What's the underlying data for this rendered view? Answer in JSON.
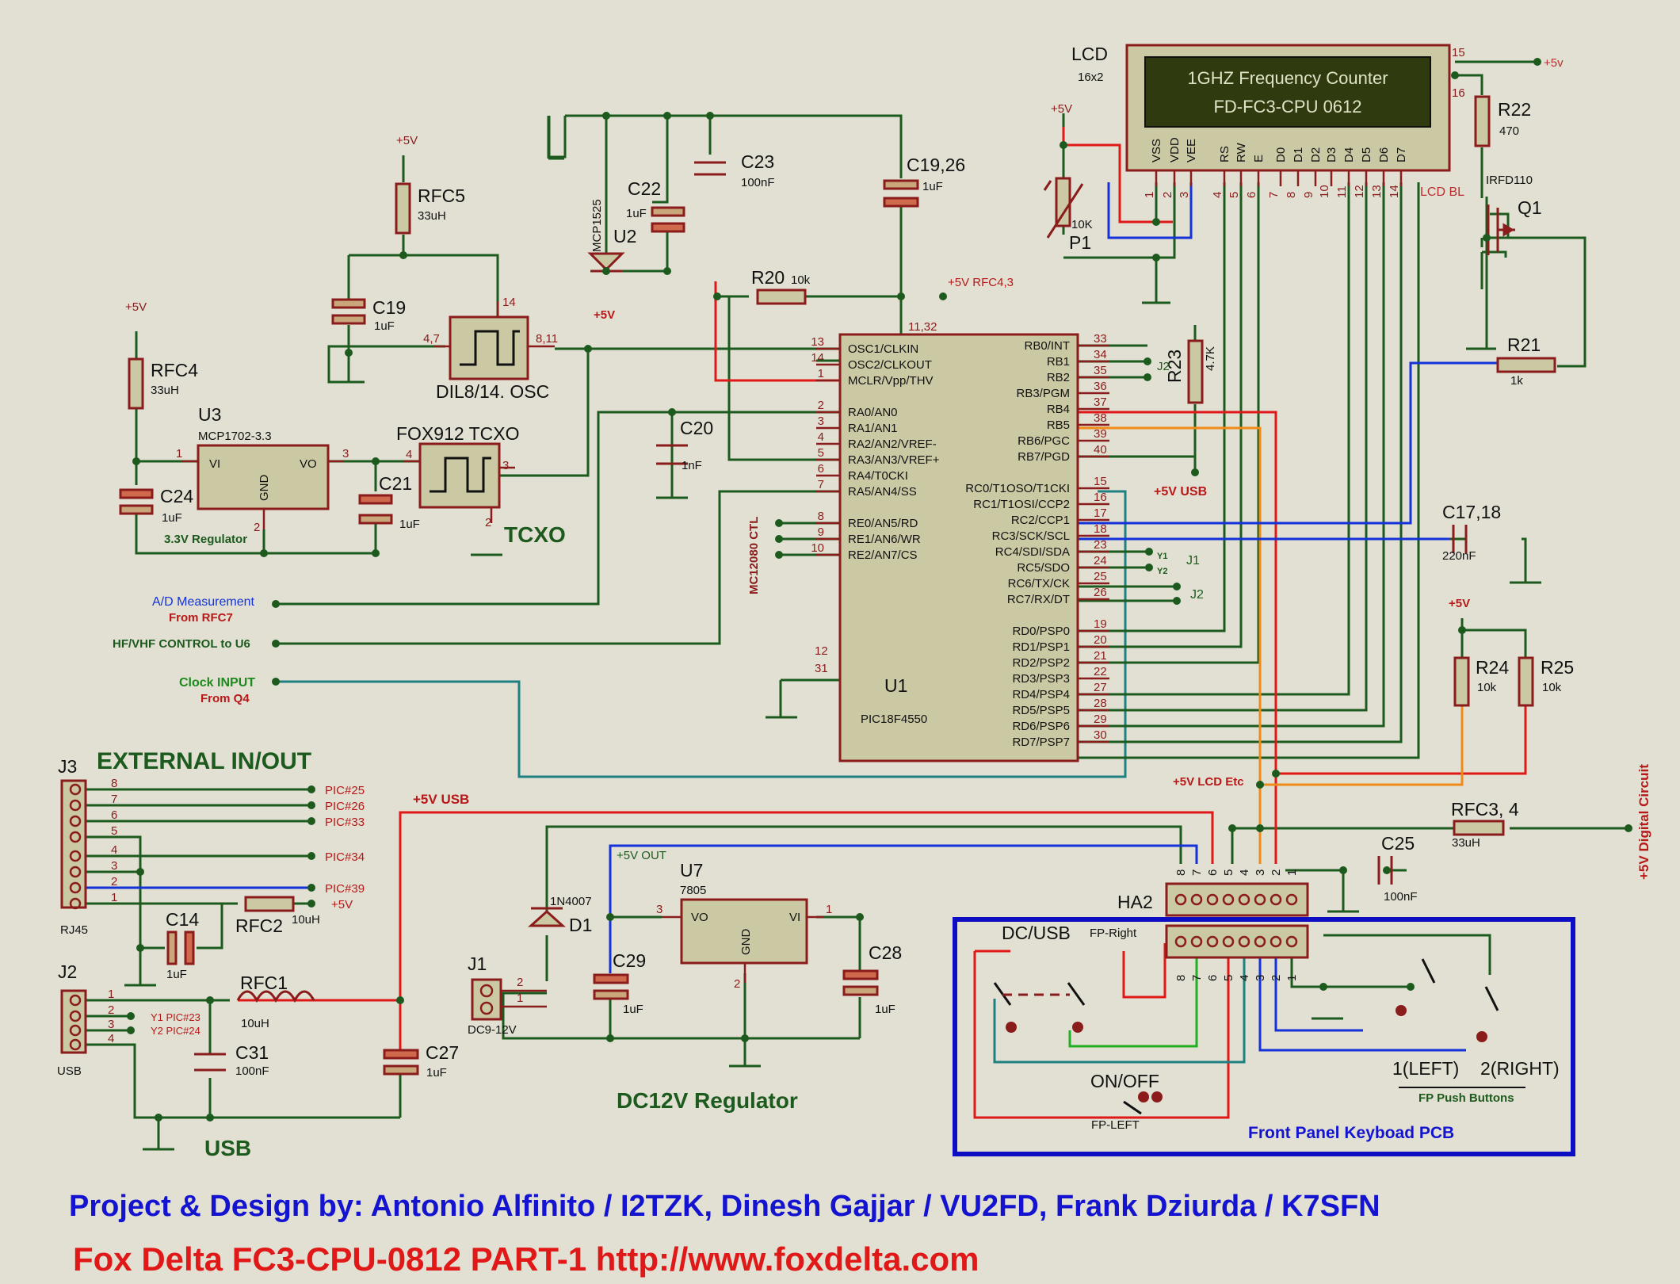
{
  "title": {
    "credits": "Project & Design by:   Antonio Alfinito / I2TZK, Dinesh Gajjar / VU2FD, Frank Dziurda / K7SFN",
    "project": "Fox Delta FC3-CPU-0812    PART-1   http://www.foxdelta.com"
  },
  "colors": {
    "wire": "#1d5a1d",
    "component": "#8a1c1c",
    "power_wire": "#e01818",
    "data_wire": "#1432d8",
    "credit_text": "#1414d0",
    "project_text": "#e01818",
    "frame": "#0d0dc4"
  },
  "lcd": {
    "label": "LCD",
    "size": "16x2",
    "line1": "1GHZ Frequency Counter",
    "line2": "FD-FC3-CPU 0612",
    "pins": [
      "VSS",
      "VDD",
      "VEE",
      "RS",
      "RW",
      "E",
      "D0",
      "D1",
      "D2",
      "D3",
      "D4",
      "D5",
      "D6",
      "D7"
    ],
    "pin_numbers": [
      "1",
      "2",
      "3",
      "4",
      "5",
      "6",
      "7",
      "8",
      "9",
      "10",
      "11",
      "12",
      "13",
      "14"
    ],
    "pin15": "15",
    "pin16": "16",
    "backlight": "LCD BL",
    "supply": "+5v"
  },
  "u1": {
    "ref": "U1",
    "part": "PIC18F4550",
    "left_pins": [
      [
        "13",
        "OSC1/CLKIN"
      ],
      [
        "14",
        "OSC2/CLKOUT"
      ],
      [
        "1",
        "MCLR/Vpp/THV"
      ],
      [
        "2",
        "RA0/AN0"
      ],
      [
        "3",
        "RA1/AN1"
      ],
      [
        "4",
        "RA2/AN2/VREF-"
      ],
      [
        "5",
        "RA3/AN3/VREF+"
      ],
      [
        "6",
        "RA4/T0CKI"
      ],
      [
        "7",
        "RA5/AN4/SS"
      ],
      [
        "8",
        "RE0/AN5/RD"
      ],
      [
        "9",
        "RE1/AN6/WR"
      ],
      [
        "10",
        "RE2/AN7/CS"
      ]
    ],
    "right_pins": [
      [
        "33",
        "RB0/INT"
      ],
      [
        "34",
        "RB1"
      ],
      [
        "35",
        "RB2"
      ],
      [
        "36",
        "RB3/PGM"
      ],
      [
        "37",
        "RB4"
      ],
      [
        "38",
        "RB5"
      ],
      [
        "39",
        "RB6/PGC"
      ],
      [
        "40",
        "RB7/PGD"
      ],
      [
        "15",
        "RC0/T1OSO/T1CKI"
      ],
      [
        "16",
        "RC1/T1OSI/CCP2"
      ],
      [
        "17",
        "RC2/CCP1"
      ],
      [
        "18",
        "RC3/SCK/SCL"
      ],
      [
        "23",
        "RC4/SDI/SDA"
      ],
      [
        "24",
        "RC5/SDO"
      ],
      [
        "25",
        "RC6/TX/CK"
      ],
      [
        "26",
        "RC7/RX/DT"
      ],
      [
        "19",
        "RD0/PSP0"
      ],
      [
        "20",
        "RD1/PSP1"
      ],
      [
        "21",
        "RD2/PSP2"
      ],
      [
        "22",
        "RD3/PSP3"
      ],
      [
        "27",
        "RD4/PSP4"
      ],
      [
        "28",
        "RD5/PSP5"
      ],
      [
        "29",
        "RD6/PSP6"
      ],
      [
        "30",
        "RD7/PSP7"
      ]
    ],
    "vdd_pins": "11,32",
    "gnd_pin_a": "12",
    "gnd_pin_b": "31",
    "ctl_label": "MC12080 CTL"
  },
  "parts": {
    "rfc5": {
      "ref": "RFC5",
      "val": "33uH",
      "pwr": "+5V"
    },
    "rfc4": {
      "ref": "RFC4",
      "val": "33uH",
      "pwr": "+5V"
    },
    "c19": {
      "ref": "C19",
      "val": "1uF"
    },
    "c21": {
      "ref": "C21",
      "val": "1uF"
    },
    "c24": {
      "ref": "C24",
      "val": "1uF"
    },
    "c20": {
      "ref": "C20",
      "val": "1nF"
    },
    "c22": {
      "ref": "C22",
      "val": "1uF"
    },
    "c23": {
      "ref": "C23",
      "val": "100nF"
    },
    "c1926": {
      "ref": "C19,26",
      "val": "1uF"
    },
    "r20": {
      "ref": "R20",
      "val": "10k"
    },
    "r21": {
      "ref": "R21",
      "val": "1k"
    },
    "r22": {
      "ref": "R22",
      "val": "470"
    },
    "r23": {
      "ref": "R23",
      "val": "4.7K"
    },
    "r24": {
      "ref": "R24",
      "val": "10k"
    },
    "r25": {
      "ref": "R25",
      "val": "10k"
    },
    "p1": {
      "ref": "P1",
      "val": "10K",
      "pwr": "+5V"
    },
    "q1": {
      "ref": "Q1",
      "part": "IRFD110"
    },
    "u2": {
      "ref": "U2",
      "part": "MCP1525",
      "out": "+5V"
    },
    "u3": {
      "ref": "U3",
      "part": "MCP1702-3.3",
      "vi": "VI",
      "vo": "VO",
      "gnd": "GND",
      "caption": "3.3V Regulator",
      "p1": "1",
      "p2": "2",
      "p3": "3"
    },
    "osc": {
      "caption": "DIL8/14. OSC",
      "pin_in": "4,7",
      "pin_out": "8,11",
      "pin_pwr": "14"
    },
    "tcxo": {
      "name": "FOX912 TCXO",
      "caption": "TCXO",
      "p2": "2",
      "p3": "3",
      "p4": "4"
    },
    "c1718": {
      "ref": "C17,18",
      "val": "220nF"
    },
    "c25": {
      "ref": "C25",
      "val": "100nF"
    },
    "rfc34": {
      "ref": "RFC3, 4",
      "val": "33uH"
    },
    "c14": {
      "ref": "C14",
      "val": "1uF"
    },
    "rfc2": {
      "ref": "RFC2",
      "val": "10uH"
    },
    "rfc1": {
      "ref": "RFC1",
      "val": "10uH"
    },
    "c31": {
      "ref": "C31",
      "val": "100nF"
    },
    "c27": {
      "ref": "C27",
      "val": "1uF"
    },
    "c29": {
      "ref": "C29",
      "val": "1uF"
    },
    "c28": {
      "ref": "C28",
      "val": "1uF"
    },
    "d1": {
      "ref": "D1",
      "part": "1N4007"
    },
    "u7": {
      "ref": "U7",
      "part": "7805",
      "vo": "VO",
      "vi": "VI",
      "gnd": "GND",
      "p1": "1",
      "p2": "2",
      "p3": "3"
    },
    "j1": {
      "ref": "J1",
      "val": "DC9-12V",
      "p1": "1",
      "p2": "2"
    },
    "j2": {
      "ref": "J2",
      "val": "USB",
      "pins": [
        "1",
        "2",
        "3",
        "4"
      ],
      "y1": "Y1 PIC#23",
      "y2": "Y2 PIC#24"
    },
    "j3": {
      "ref": "J3",
      "val": "RJ45",
      "pins": [
        "8",
        "7",
        "6",
        "5",
        "4",
        "3",
        "2",
        "1"
      ]
    },
    "ha2": {
      "ref": "HA2",
      "pins": [
        "8",
        "7",
        "6",
        "5",
        "4",
        "3",
        "2",
        "1"
      ]
    }
  },
  "nets": {
    "p5v": "+5V",
    "rfc43": "+5V RFC4,3",
    "p5vusb": "+5V USB",
    "p5vusb2": "+5V USB",
    "p5vlcd": "+5V LCD Etc",
    "p5vout": "+5V OUT",
    "p5vdig": "+5V Digital Circuit",
    "p5vr": "+5V",
    "ad": "A/D Measurement",
    "ad2": "From RFC7",
    "hf": "HF/VHF CONTROL to U6",
    "clk": "Clock INPUT",
    "clk2": "From Q4",
    "pic25": "PIC#25",
    "pic26": "PIC#26",
    "pic33": "PIC#33",
    "pic34": "PIC#34",
    "pic39": "PIC#39",
    "j3p5": "+5V",
    "y1": "Y1",
    "y2": "Y2",
    "j1lbl": "J1",
    "j2lbl": "J2",
    "j2lbl2": "J2"
  },
  "sections": {
    "ext": "EXTERNAL IN/OUT",
    "usb": "USB",
    "reg": "DC12V Regulator",
    "fp": "Front Panel Keyboad PCB",
    "dcusb": "DC/USB",
    "fpright": "FP-Right",
    "onoff": "ON/OFF",
    "fpleft": "FP-LEFT",
    "left": "1(LEFT)",
    "right": "2(RIGHT)",
    "pb": "FP Push Buttons"
  }
}
